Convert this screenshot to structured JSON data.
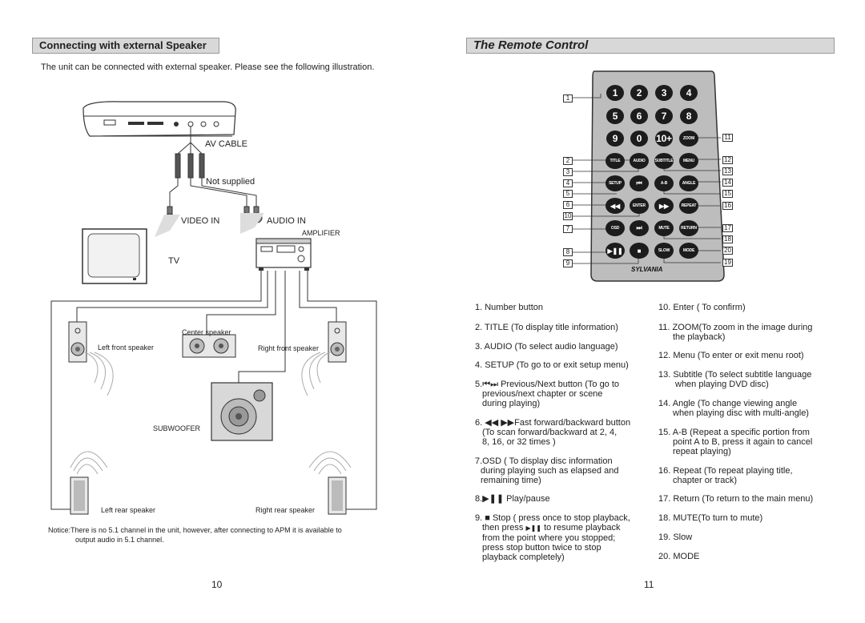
{
  "left": {
    "header": "Connecting with external Speaker",
    "intro": "The unit can be connected with external speaker. Please see the following illustration.",
    "labels": {
      "av_cable": "AV CABLE",
      "not_supplied": "Not supplied",
      "video_in": "VIDEO IN",
      "audio_in": "AUDIO IN",
      "amplifier": "AMPLIFIER",
      "tv": "TV",
      "center_speaker": "Center speaker",
      "left_front": "Left front speaker",
      "right_front": "Right front speaker",
      "subwoofer": "SUBWOOFER",
      "left_rear": "Left rear speaker",
      "right_rear": "Right rear speaker"
    },
    "notice_1": "Notice:There is no 5.1 channel in the unit, however, after connecting to APM it is available to",
    "notice_2": "output audio in 5.1 channel.",
    "page_number": "10"
  },
  "right": {
    "header": "The Remote Control",
    "remote": {
      "brand": "SYLVANIA",
      "buttons": {
        "b1": "1",
        "b2": "2",
        "b3": "3",
        "b4": "4",
        "b5": "5",
        "b6": "6",
        "b7": "7",
        "b8": "8",
        "b9": "9",
        "b0": "0",
        "b10": "10+",
        "zoom": "ZOOM",
        "title": "TITLE",
        "audio": "AUDIO",
        "subtitle": "SUBTITLE",
        "menu": "MENU",
        "setup": "SETUP",
        "ab": "A-B",
        "angle": "ANGLE",
        "enter": "ENTER",
        "repeat": "REPEAT",
        "osd": "OSD",
        "mute": "MUTE",
        "return": "RETURN",
        "slow": "SLOW",
        "mode": "MODE"
      },
      "callouts_left": [
        "1",
        "2",
        "3",
        "4",
        "5",
        "6",
        "10",
        "7",
        "8",
        "9"
      ],
      "callouts_right": [
        "11",
        "12",
        "13",
        "14",
        "15",
        "16",
        "17",
        "18",
        "20",
        "19"
      ]
    },
    "list_left": {
      "i1": "1. Number button",
      "i2": "2. TITLE (To display title information)",
      "i3": "3. AUDIO (To select audio language)",
      "i4": "4. SETUP (To go to or exit setup menu)",
      "i5a": "Previous/Next button (To go to",
      "i5b": "previous/next chapter or scene",
      "i5c": "during playing)",
      "i6a": "Fast forward/backward button",
      "i6b": "(To scan forward/backward at 2, 4,",
      "i6c": "8, 16, or 32 times )",
      "i7a": "7.OSD ( To display disc information",
      "i7b": "during playing such as elapsed and",
      "i7c": "remaining time)",
      "i8": "Play/pause",
      "i9a": "Stop ( press once to stop playback,",
      "i9b": "then press",
      "i9b2": "to resume playback",
      "i9c": "from the point where you stopped;",
      "i9d": "press stop button twice to stop",
      "i9e": "playback completely)"
    },
    "list_right": {
      "i10": "10. Enter ( To confirm)",
      "i11a": "11. ZOOM(To zoom in the image during",
      "i11b": "the playback)",
      "i12": "12. Menu (To enter or exit menu root)",
      "i13a": "13. Subtitle (To select subtitle language",
      "i13b": "when playing DVD disc)",
      "i14a": "14. Angle (To change viewing angle",
      "i14b": "when playing disc with multi-angle)",
      "i15a": "15. A-B (Repeat a specific portion from",
      "i15b": "point A to B, press it again to cancel",
      "i15c": "repeat playing)",
      "i16a": "16. Repeat (To repeat playing title,",
      "i16b": "chapter or track)",
      "i17": "17. Return (To return to the main menu)",
      "i18": "18. MUTE(To turn to mute)",
      "i19": "19. Slow",
      "i20": "20. MODE"
    },
    "page_number": "11"
  }
}
